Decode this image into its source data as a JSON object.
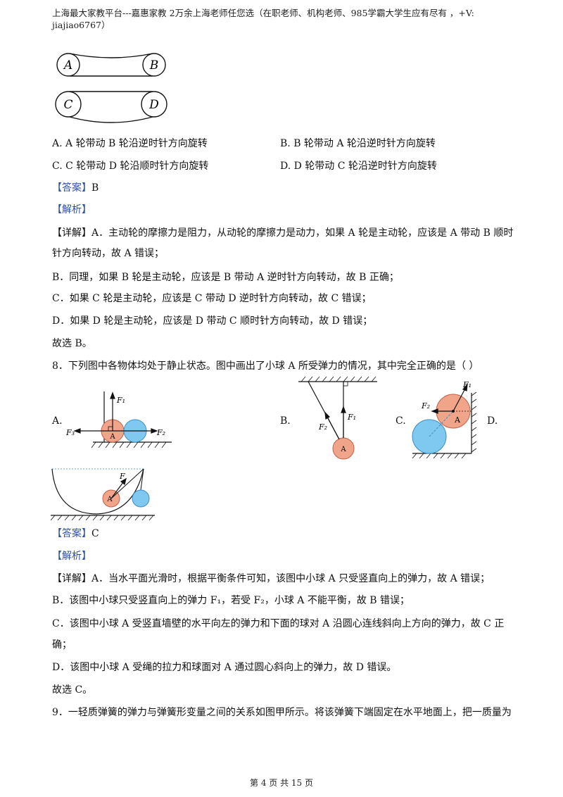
{
  "header": {
    "line1": "上海最大家教平台---嘉惠家教    2万余上海老师任您选（在职老师、机构老师、985学霸大学生应有尽有  ，+V:",
    "line2": "jiajiao6767）"
  },
  "q7": {
    "figure_labels": [
      "A",
      "B",
      "C",
      "D"
    ],
    "options": [
      "A. A 轮带动 B 轮沿逆时针方向旋转",
      "B. B 轮带动 A 轮沿逆时针方向旋转",
      "C. C 轮带动 D 轮沿顺时针方向旋转",
      "D. D 轮带动 C 轮沿逆时针方向旋转"
    ],
    "answer_tag": "【答案】",
    "answer": "B",
    "analysis_tag": "【解析】",
    "detail_tag": "【详解】",
    "detail_lines": [
      "A．主动轮的摩擦力是阻力，从动轮的摩擦力是动力，如果 A 轮是主动轮，应该是 A 带动 B 顺时",
      "针方向转动，故 A 错误；",
      "B．同理，如果 B 轮是主动轮，应该是 B 带动 A 逆时针方向转动，故 B 正确；",
      "C．如果 C 轮是主动轮，应该是 C 带动 D 逆时针方向转动，故 C 错误；",
      "D．如果 D 轮是主动轮，应该是 D 带动 C 顺时针方向转动，故 D 错误；",
      "故选 B。"
    ]
  },
  "q8": {
    "stem": "8．下列图中各物体均处于静止状态。图中画出了小球 A 所受弹力的情况，其中完全正确的是（      ）",
    "option_letters": [
      "A.",
      "B.",
      "C.",
      "D."
    ],
    "fig_labels": {
      "a_f1": "F₁",
      "a_f2": "F₂",
      "a_f3": "F₃",
      "a_ball": "A",
      "b_f1": "F₁",
      "b_f2": "F₂",
      "b_ball": "A",
      "c_f1": "F₁",
      "c_f2": "F₂",
      "c_ball": "A",
      "d_f": "F",
      "d_ball": "A"
    },
    "answer_tag": "【答案】",
    "answer": "C",
    "analysis_tag": "【解析】",
    "detail_tag": "【详解】",
    "detail_lines": [
      "A．当水平面光滑时，根据平衡条件可知，该图中小球 A 只受竖直向上的弹力，故 A 错误；",
      "B．该图中小球只受竖直向上的弹力 F₁，若受 F₂，小球 A 不能平衡，故 B 错误；",
      "C．该图中小球 A 受竖直墙壁的水平向左的弹力和下面的球对 A 沿圆心连线斜向上方向的弹力，故 C 正",
      "确；",
      "D．该图中小球 A 受绳的拉力和球面对 A 通过圆心斜向上的弹力，故 D 错误。",
      "故选 C。"
    ]
  },
  "q9": {
    "stem": "9．一轻质弹簧的弹力与弹簧形变量之间的关系如图甲所示。将该弹簧下端固定在水平地面上，把一质量为"
  },
  "footer": "第 4 页 共 15 页"
}
